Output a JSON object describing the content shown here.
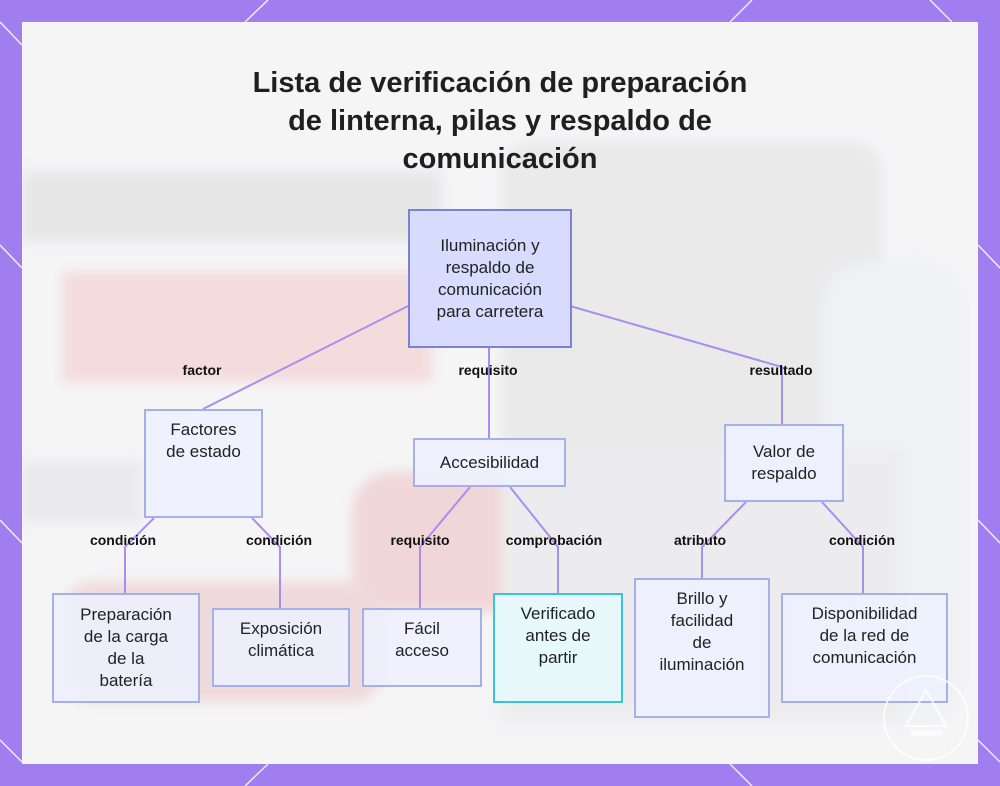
{
  "title_lines": [
    "Lista de verificación de preparación",
    "de linterna, pilas y respaldo de",
    "comunicación"
  ],
  "colors": {
    "frame": "#a07ef0",
    "edge": "#a88ef0",
    "root_fill": "#d6daff",
    "teal_border": "#3cc4d6"
  },
  "nodes": {
    "root": [
      "Iluminación y",
      "respaldo de",
      "comunicación",
      "para carretera"
    ],
    "factores": [
      "Factores",
      "de estado"
    ],
    "accesibilidad": [
      "Accesibilidad"
    ],
    "valor": [
      "Valor de",
      "respaldo"
    ],
    "preparacion": [
      "Preparación",
      "de la carga",
      "de la",
      "batería"
    ],
    "exposicion": [
      "Exposición",
      "climática"
    ],
    "facil": [
      "Fácil",
      "acceso"
    ],
    "verificado": [
      "Verificado",
      "antes de",
      "partir"
    ],
    "brillo": [
      "Brillo y",
      "facilidad",
      "de",
      "iluminación"
    ],
    "disponibilidad": [
      "Disponibilidad",
      "de la red de",
      "comunicación"
    ]
  },
  "edge_labels": {
    "factor": "factor",
    "requisito_1": "requisito",
    "resultado": "resultado",
    "condicion_1": "condición",
    "condicion_2": "condición",
    "requisito_2": "requisito",
    "comprobacion": "comprobación",
    "atributo": "atributo",
    "condicion_3": "condición"
  }
}
